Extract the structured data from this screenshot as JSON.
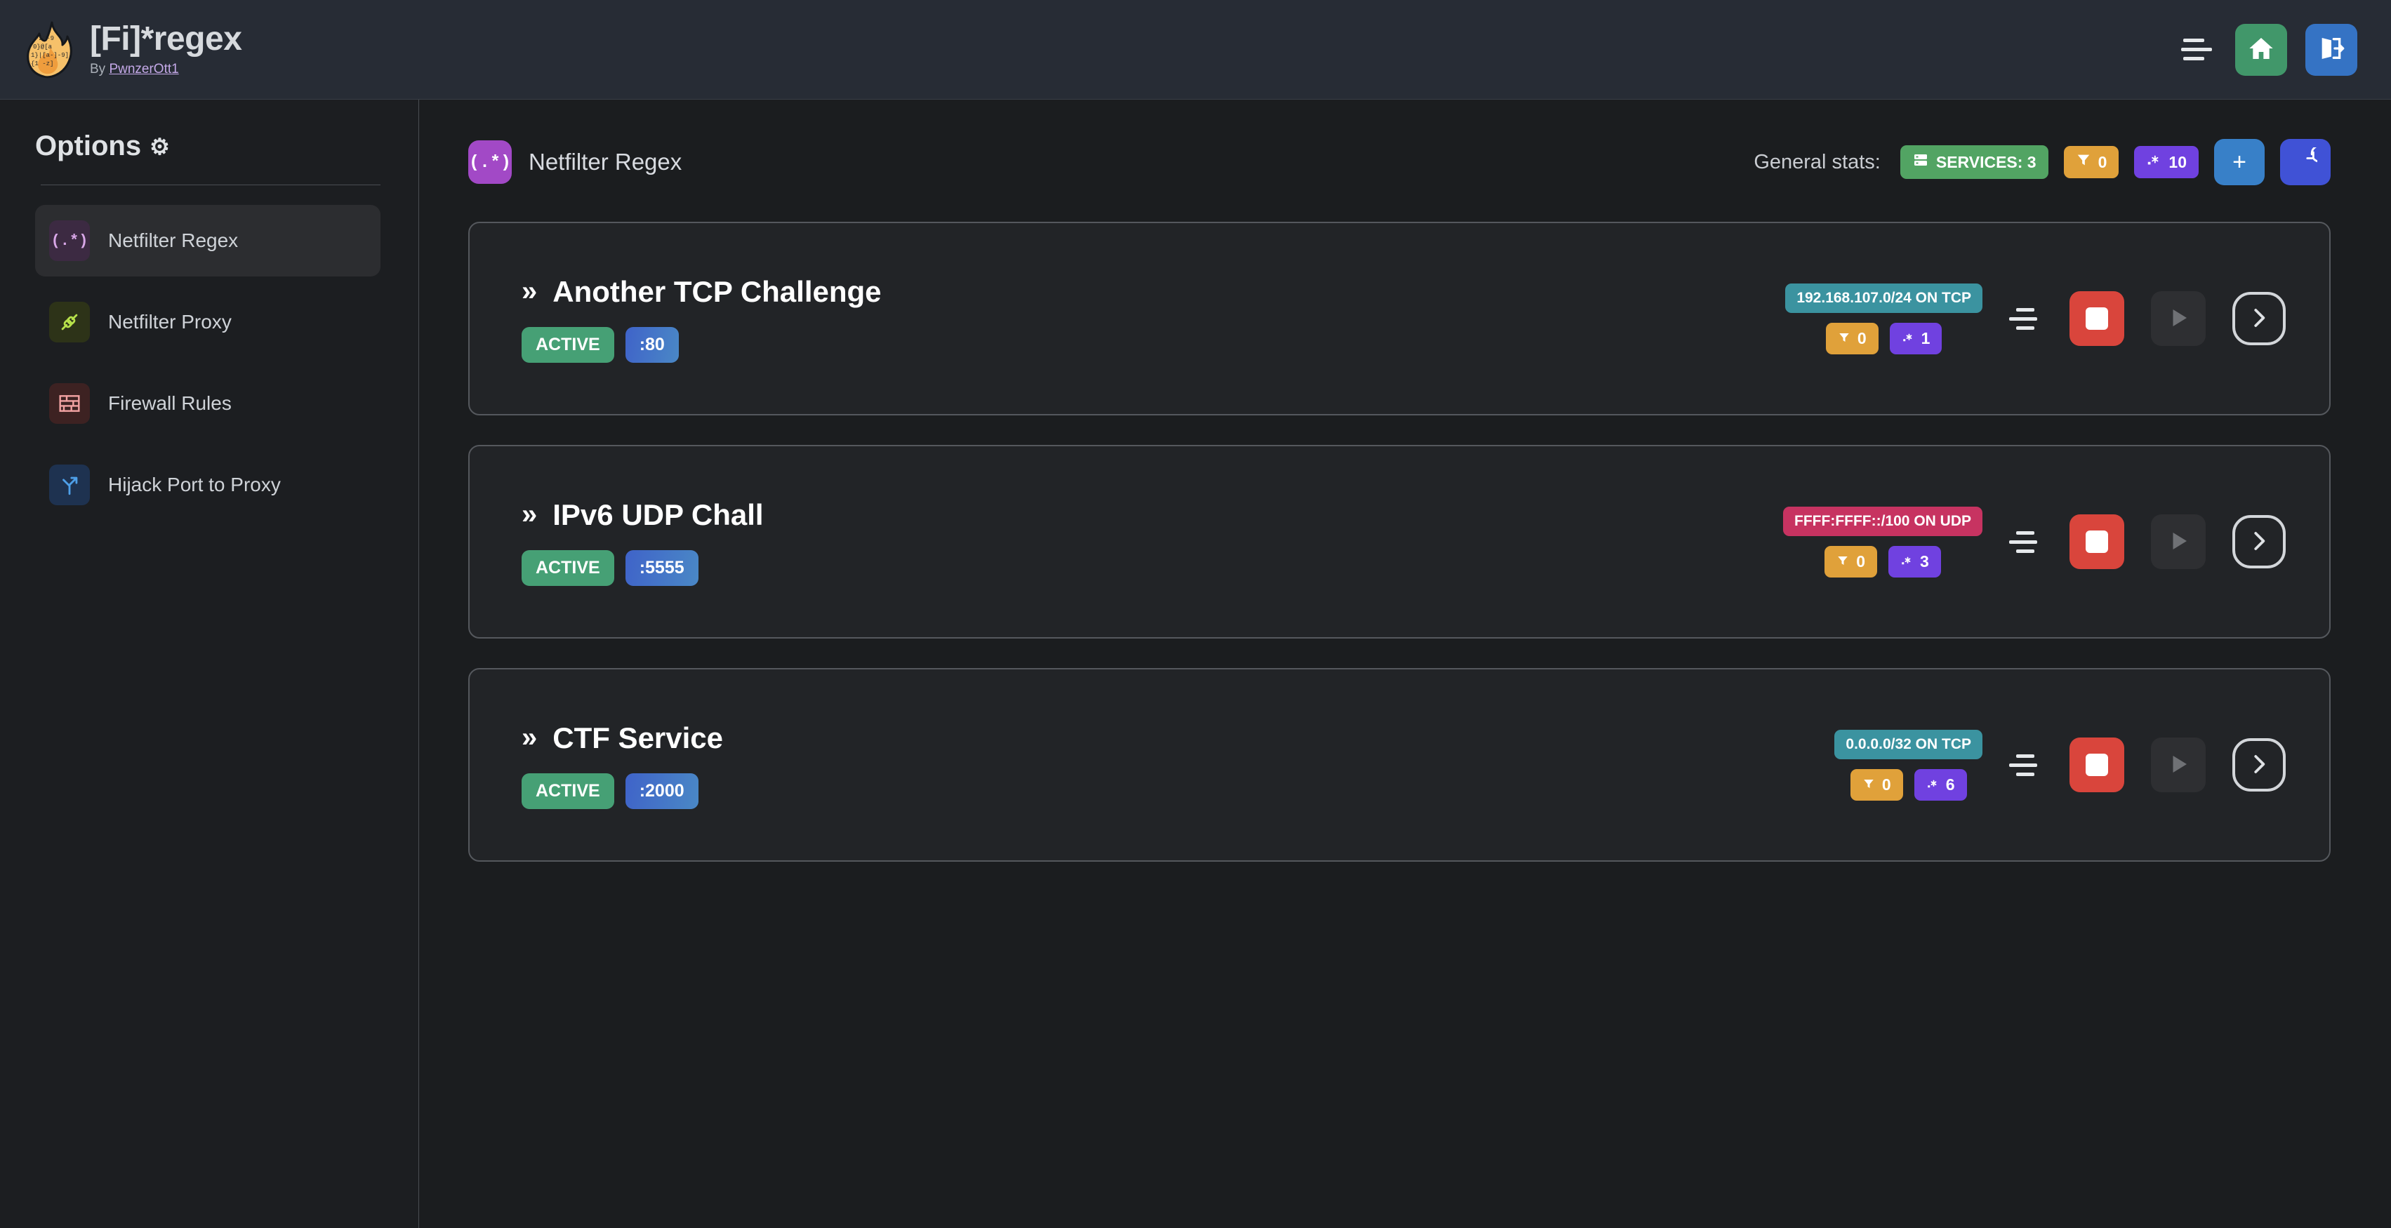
{
  "header": {
    "title": "[Fi]*regex",
    "by_prefix": "By ",
    "author": "PwnzerOtt1",
    "logo_icon": "flame-regex-logo",
    "menu_icon": "hamburger-menu-icon",
    "home_icon": "home-icon",
    "logout_icon": "logout-icon",
    "home_color": "#41976a",
    "logout_color": "#3573c4"
  },
  "sidebar": {
    "title": "Options",
    "gear_icon": "⚙",
    "items": [
      {
        "label": "Netfilter Regex",
        "icon": "regex-icon",
        "glyph": "(.*)",
        "active": true
      },
      {
        "label": "Netfilter Proxy",
        "icon": "proxy-plug-icon",
        "glyph": "",
        "active": false
      },
      {
        "label": "Firewall Rules",
        "icon": "brick-wall-icon",
        "glyph": "",
        "active": false
      },
      {
        "label": "Hijack Port to Proxy",
        "icon": "fork-arrow-icon",
        "glyph": "",
        "active": false
      }
    ]
  },
  "main": {
    "page_icon_glyph": "(.*)",
    "page_title": "Netfilter Regex",
    "stats_label": "General stats:",
    "stats": {
      "services_label": "SERVICES: 3",
      "services_icon": "server-icon",
      "services_color": "#52a463",
      "filter_count": "0",
      "filter_icon": "filter-icon",
      "filter_color": "#e0a13a",
      "regex_count": "10",
      "regex_icon": "regex-dot-star-icon",
      "regex_color": "#7041e0",
      "add_label": "+",
      "refresh_icon": "refresh-icon"
    },
    "services": [
      {
        "name": "Another TCP Challenge",
        "chevron": "»",
        "status": "ACTIVE",
        "port": ":80",
        "network": "192.168.107.0/24 ON TCP",
        "network_proto": "tcp",
        "filter_count": "0",
        "regex_count": "1",
        "stop_enabled": true,
        "play_enabled": false
      },
      {
        "name": "IPv6 UDP Chall",
        "chevron": "»",
        "status": "ACTIVE",
        "port": ":5555",
        "network": "FFFF:FFFF::/100 ON UDP",
        "network_proto": "udp",
        "filter_count": "0",
        "regex_count": "3",
        "stop_enabled": true,
        "play_enabled": false
      },
      {
        "name": "CTF Service",
        "chevron": "»",
        "status": "ACTIVE",
        "port": ":2000",
        "network": "0.0.0.0/32 ON TCP",
        "network_proto": "tcp",
        "filter_count": "0",
        "regex_count": "6",
        "stop_enabled": true,
        "play_enabled": false
      }
    ]
  }
}
